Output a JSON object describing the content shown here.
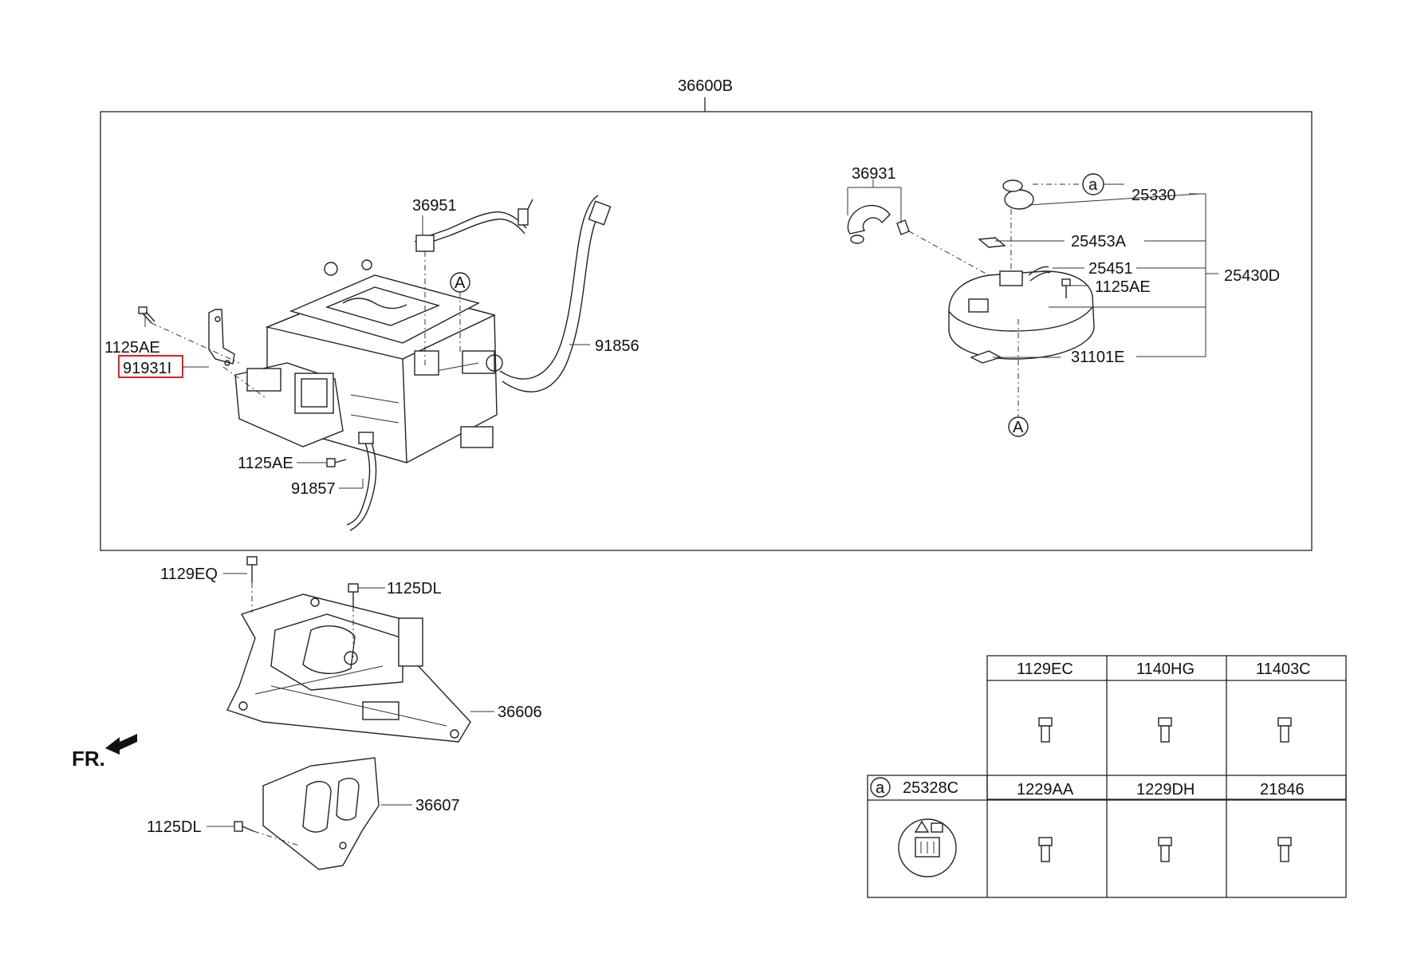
{
  "assembly_label": "36600B",
  "highlight_color": "#e02020",
  "callouts": {
    "p36951": "36951",
    "p91856": "91856",
    "p1125ae_left": "1125AE",
    "p91931i": "91931I",
    "p1125ae_bottom": "1125AE",
    "p91857": "91857",
    "p36931": "36931",
    "p25330": "25330",
    "p25453a": "25453A",
    "p25451": "25451",
    "p1125ae_right": "1125AE",
    "p25430d": "25430D",
    "p31101e": "31101E",
    "p1129eq": "1129EQ",
    "p1125dl_top": "1125DL",
    "p36606": "36606",
    "p36607": "36607",
    "p1125dl_bottom": "1125DL"
  },
  "refs": {
    "circle_a_upper": "A",
    "circle_a_lower": "A",
    "circle_small_a": "a"
  },
  "direction": "FR.",
  "fastener_table": {
    "top_row": [
      "1129EC",
      "1140HG",
      "11403C"
    ],
    "bottom_row": [
      "1229AA",
      "1229DH",
      "21846"
    ],
    "label_cell": {
      "marker": "a",
      "part": "25328C"
    }
  }
}
